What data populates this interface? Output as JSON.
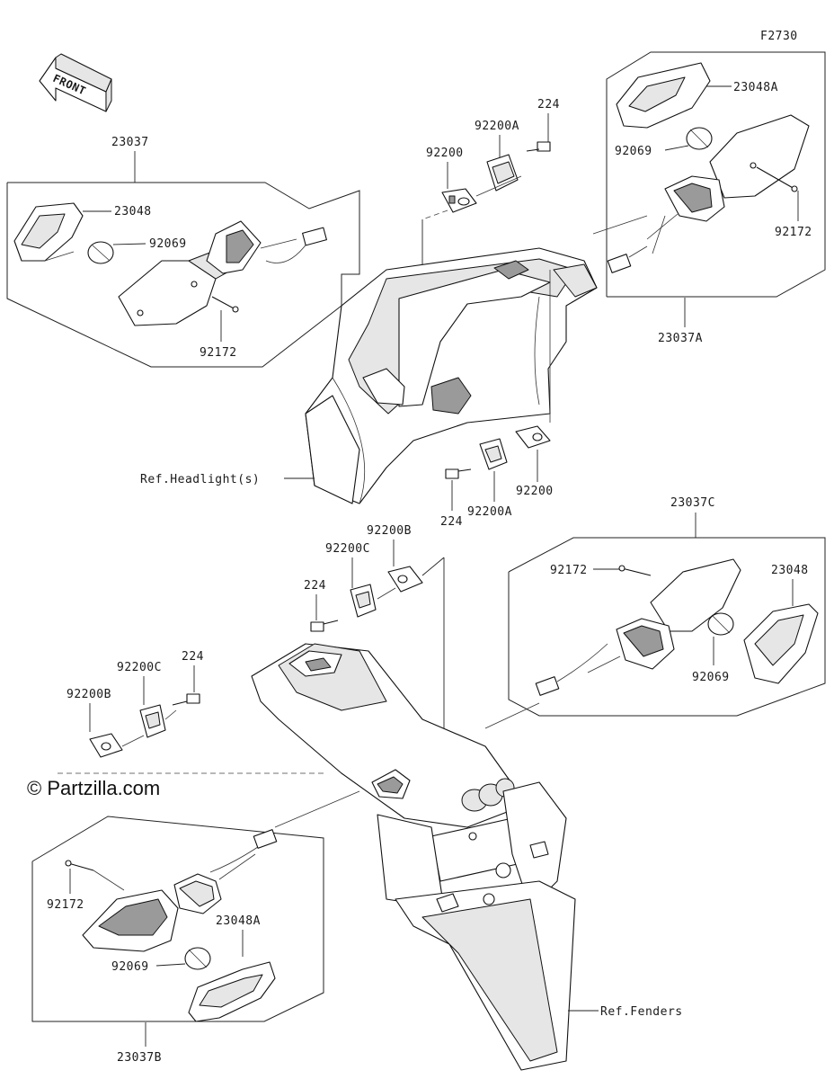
{
  "figure_code": "F2730",
  "front_arrow_label": "FRONT",
  "watermark": "© Partzilla.com",
  "references": {
    "headlight": "Ref.Headlight(s)",
    "fenders": "Ref.Fenders"
  },
  "groups": {
    "front_left": {
      "assembly": "23037",
      "lens": "23048",
      "bulb": "92069",
      "screw": "92172"
    },
    "front_right": {
      "assembly": "23037A",
      "lens": "23048A",
      "bulb": "92069",
      "screw": "92172"
    },
    "rear_right": {
      "assembly": "23037C",
      "lens": "23048",
      "bulb": "92069",
      "screw": "92172"
    },
    "rear_left": {
      "assembly": "23037B",
      "lens": "23048A",
      "bulb": "92069",
      "screw": "92172"
    }
  },
  "hardware": {
    "front_top": {
      "bolt": "224",
      "bracket": "92200A",
      "plate": "92200"
    },
    "front_bottom": {
      "bolt": "224",
      "bracket": "92200A",
      "plate": "92200"
    },
    "rear_top": {
      "bolt": "224",
      "bracket": "92200C",
      "plate": "92200B"
    },
    "rear_left": {
      "bolt": "224",
      "bracket": "92200C",
      "plate": "92200B"
    }
  }
}
